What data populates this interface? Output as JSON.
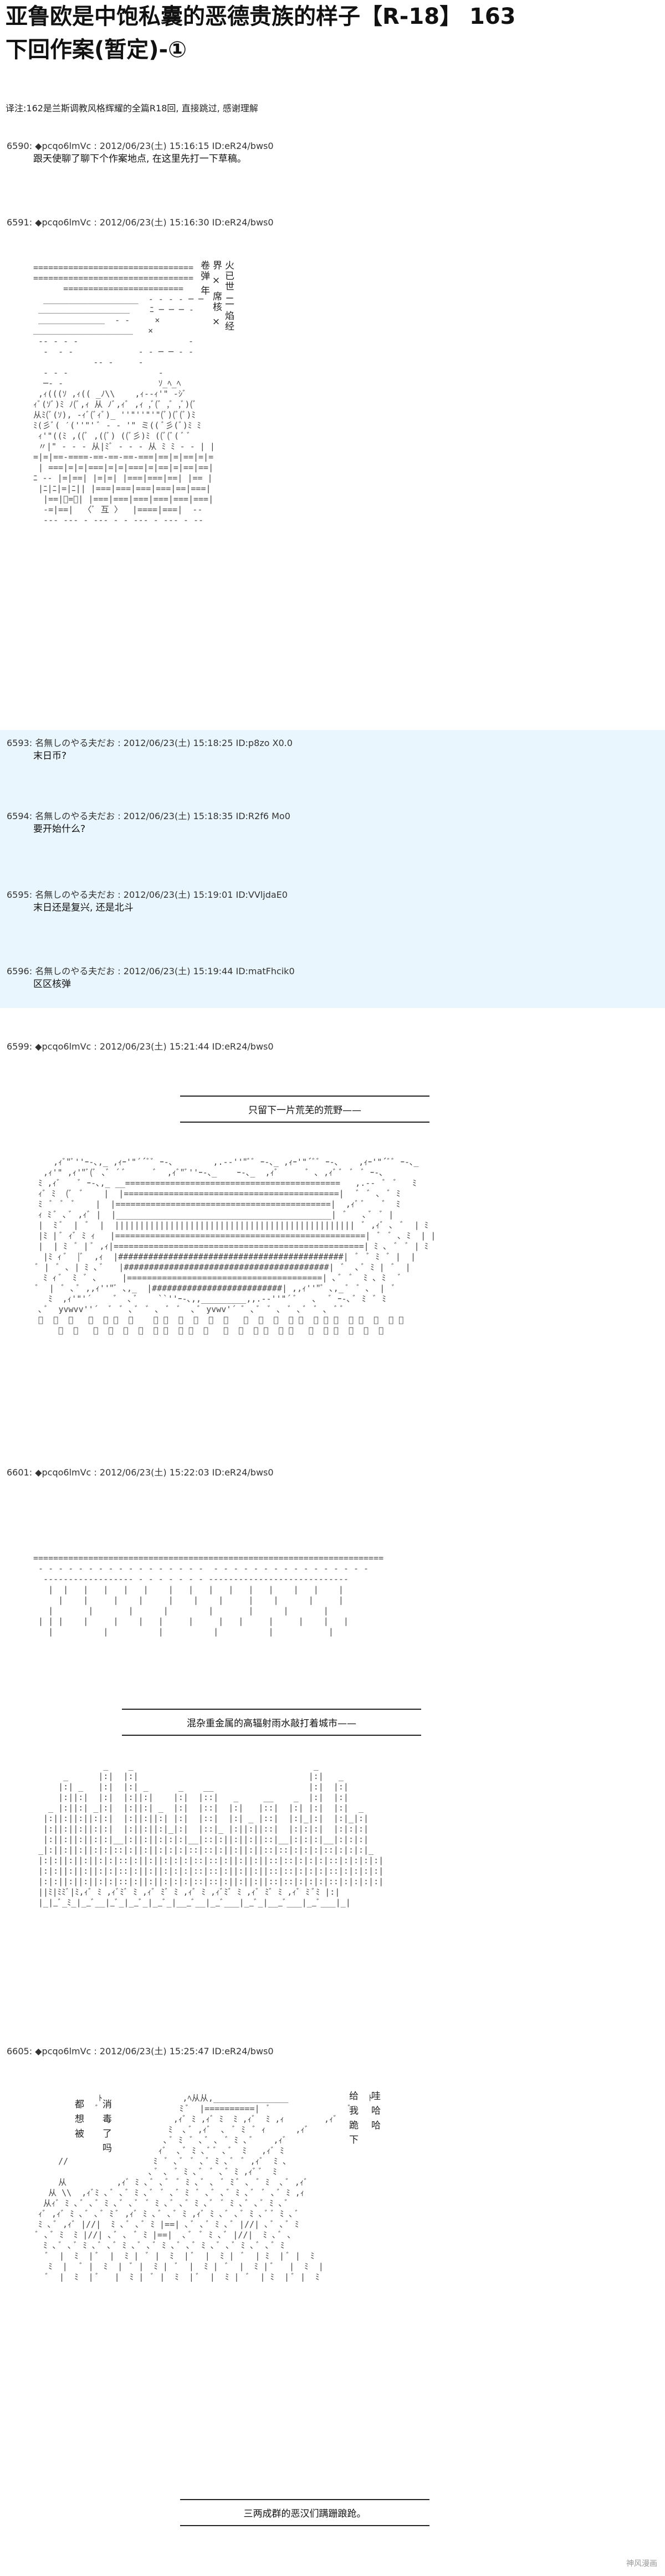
{
  "header": {
    "title_line1": "亚鲁欧是中饱私囊的恶德贵族的样子【R-18】 163",
    "title_line2": "下回作案(暂定)-①",
    "note": "译注:162是兰斯调教风格辉耀的全篇R18回, 直接跳过, 感谢理解"
  },
  "posts": [
    {
      "meta": "6590: ◆pcqo6lmVc : 2012/06/23(土) 15:16:15 ID:eR24/bws0",
      "body": "跟天使聊了聊下个作案地点, 在这里先打一下草稿。"
    },
    {
      "meta": "6591: ◆pcqo6lmVc : 2012/06/23(土) 15:16:30 ID:eR24/bws0",
      "body": ""
    },
    {
      "meta": "6593: 名無しのやる夫だお : 2012/06/23(土) 15:18:25 ID:p8zo X0.0",
      "body": "末日币?"
    },
    {
      "meta": "6594: 名無しのやる夫だお : 2012/06/23(土) 15:18:35 ID:R2f6 Mo0",
      "body": "要开始什么?"
    },
    {
      "meta": "6595: 名無しのやる夫だお : 2012/06/23(土) 15:19:01 ID:VVljdaE0",
      "body": "末日还是复兴, 还是北斗"
    },
    {
      "meta": "6596: 名無しのやる夫だお : 2012/06/23(土) 15:19:44 ID:matFhcik0",
      "body": "区区核弹"
    },
    {
      "meta": "6599: ◆pcqo6lmVc : 2012/06/23(土) 15:21:44 ID:eR24/bws0",
      "body": ""
    },
    {
      "meta": "6601: ◆pcqo6lmVc : 2012/06/23(土) 15:22:03 ID:eR24/bws0",
      "body": ""
    },
    {
      "meta": "6605: ◆pcqo6lmVc : 2012/06/23(土) 15:25:47 ID:eR24/bws0",
      "body": ""
    }
  ],
  "art1_text": "火已世 二\n焰经界 ×\n席核   ×\n卷弹 年",
  "captions": {
    "c1": "只留下一片荒芜的荒野——",
    "c2": "混杂重金属的高辐射雨水敲打着城市——",
    "c3": "三两成群的恶汉们蹒跚踉跄。"
  },
  "speech": {
    "left": "消\n毒\n了\n吗",
    "left2": "都\n想\n被",
    "right": "哇\n哈\n哈",
    "right2": "给\n我\n跪\n下"
  },
  "footer": "神风漫画"
}
